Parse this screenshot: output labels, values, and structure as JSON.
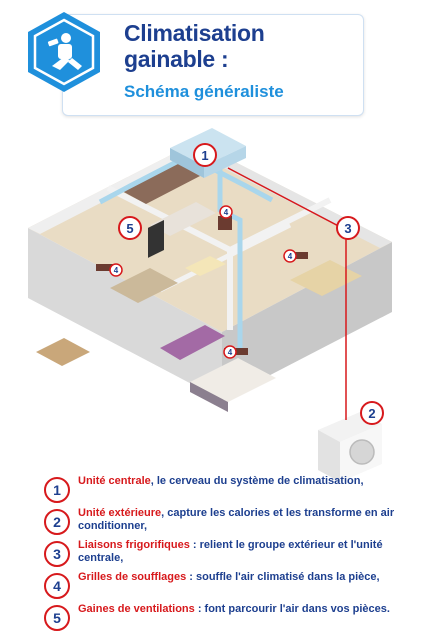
{
  "header": {
    "title_line1": "Climatisation",
    "title_line2": "gainable :",
    "subtitle": "Schéma généraliste",
    "logo_icon": "person-with-tools-icon"
  },
  "markers": {
    "unit_central": "1",
    "unit_exterior": "2",
    "refrigerant_lines": "3",
    "ventilation_ducts": "5",
    "grille": "4"
  },
  "legend": [
    {
      "number": "1",
      "term": "Unité centrale",
      "text": ", le cerveau du système de climatisation,"
    },
    {
      "number": "2",
      "term": "Unité extérieure",
      "text": ", capture les calories et les transforme en air conditionner,"
    },
    {
      "number": "3",
      "term": "Liaisons frigorifiques",
      "text": " : relient le groupe extérieur et l'unité centrale,"
    },
    {
      "number": "4",
      "term": "Grilles de soufflages",
      "text": " : souffle l'air climatisé dans la pièce,"
    },
    {
      "number": "5",
      "term": "Gaines de ventilations",
      "text": " : font parcourir l'air dans vos pièces."
    }
  ],
  "colors": {
    "navy": "#1d3f8f",
    "accent_blue": "#1f90dc",
    "red": "#d7191c",
    "duct": "#a9d6ec"
  }
}
